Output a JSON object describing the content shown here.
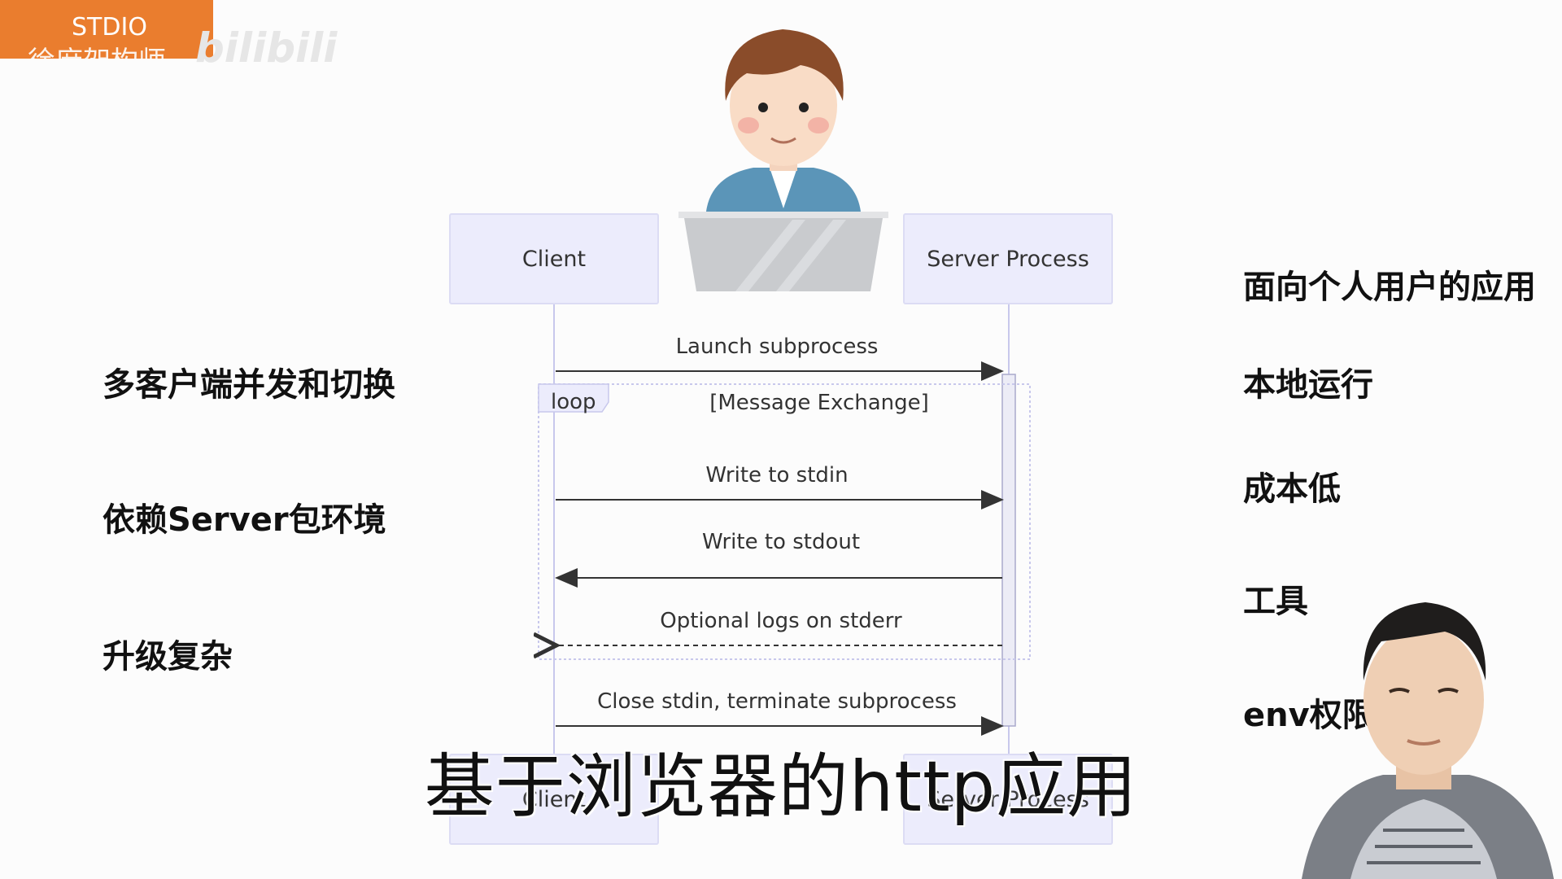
{
  "badge": {
    "line1": "STDIO",
    "line2": "徐庶架构师"
  },
  "watermark": "bilibili",
  "diagram": {
    "client_top": "Client",
    "server_top": "Server Process",
    "client_bottom": "Client",
    "server_bottom": "Server Process",
    "messages": {
      "launch": "Launch subprocess",
      "loop": "loop",
      "loop_label": "[Message Exchange]",
      "stdin": "Write to stdin",
      "stdout": "Write to stdout",
      "stderr": "Optional logs on stderr",
      "close": "Close stdin, terminate subprocess"
    }
  },
  "left_points": [
    "多客户端并发和切换",
    "依赖Server包环境",
    "升级复杂"
  ],
  "right_points": [
    "面向个人用户的应用",
    "本地运行",
    "成本低",
    "工具",
    "env权限"
  ],
  "subtitle": "基于浏览器的http应用",
  "colors": {
    "badge": "#ea7d2e",
    "box_fill": "#ececfc",
    "box_border": "#dcdcf4"
  }
}
